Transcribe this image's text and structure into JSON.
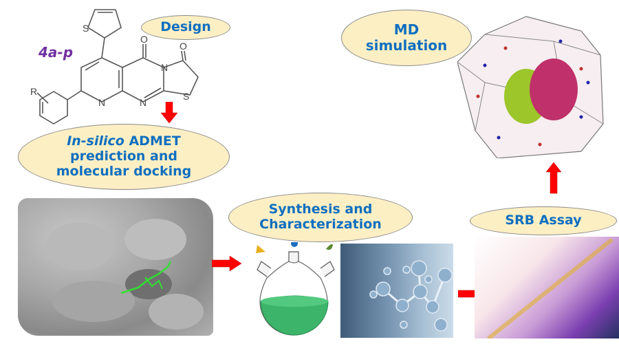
{
  "compound": {
    "label": "4a-p",
    "atoms": {
      "s1": "S",
      "o1": "O",
      "o2": "O",
      "n1": "N",
      "n2": "N",
      "n3": "N",
      "s2": "S",
      "r": "R"
    }
  },
  "steps": {
    "design": "Design",
    "insilico": {
      "line1_italic": "In-silico",
      "line1_rest": " ADMET",
      "line2": "prediction and",
      "line3": "molecular docking"
    },
    "synthesis": {
      "line1": "Synthesis and",
      "line2": "Characterization"
    },
    "srb": "SRB Assay",
    "md": {
      "line1": "MD",
      "line2": "simulation"
    }
  },
  "colors": {
    "ellipse_fill": "#fdefc4",
    "ellipse_text": "#0f6fc0",
    "arrow": "#ff0000",
    "compound_label": "#7030a0",
    "flask_liquid": "#3cb56a"
  }
}
